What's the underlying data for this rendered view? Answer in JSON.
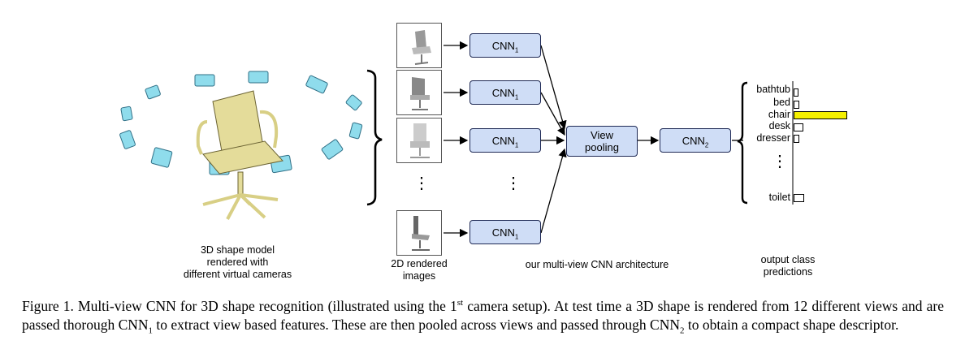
{
  "left_label": [
    "3D shape model",
    "rendered with",
    "different virtual cameras"
  ],
  "images_label": [
    "2D rendered",
    "images"
  ],
  "cnn1": {
    "name": "CNN",
    "sub": "1"
  },
  "view_pooling": [
    "View",
    "pooling"
  ],
  "cnn2": {
    "name": "CNN",
    "sub": "2"
  },
  "arch_label": "our multi-view CNN architecture",
  "output_label": [
    "output class",
    "predictions"
  ],
  "vertical_dots": "⋮",
  "classes": [
    {
      "name": "bathtub",
      "score": 0.05
    },
    {
      "name": "bed",
      "score": 0.07
    },
    {
      "name": "chair",
      "score": 0.85
    },
    {
      "name": "desk",
      "score": 0.13
    },
    {
      "name": "dresser",
      "score": 0.07
    },
    {
      "name": "toilet",
      "score": 0.14
    }
  ],
  "colors": {
    "cnn_fill": "#cfddf6",
    "cnn_border": "#1f2a55",
    "highlight": "#f5f000",
    "camera": "#8fdcec"
  },
  "caption": {
    "p1": "Figure 1. Multi-view CNN for 3D shape recognition (illustrated using the 1",
    "sup": "st",
    "p2": " camera setup). At test time a 3D shape is rendered from 12 different views and are passed thorough CNN",
    "sub1": "1",
    "p3": " to extract view based features. These are then pooled across views and passed through CNN",
    "sub2": "2",
    "p4": " to obtain a compact shape descriptor."
  }
}
